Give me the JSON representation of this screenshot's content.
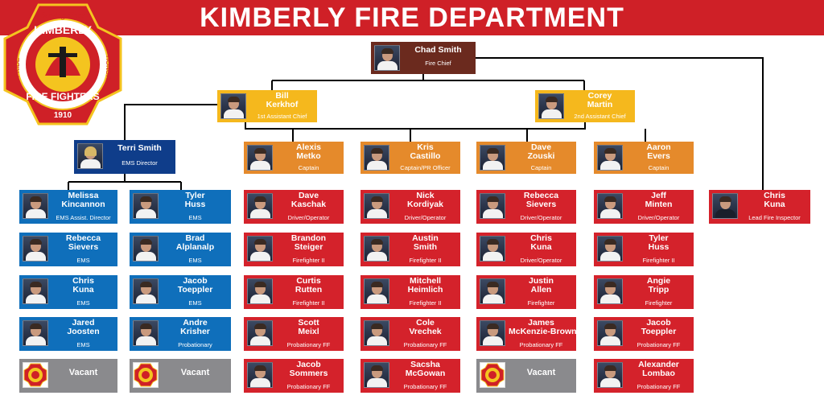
{
  "title": "KIMBERLY FIRE DEPARTMENT",
  "logo": {
    "top_text": "Serving Since",
    "name": "KIMBERLY",
    "left": "PRIDE",
    "right": "HONOR",
    "bottom": "FIRE FIGHTERS",
    "year": "1910"
  },
  "colors": {
    "banner": "#cf2027",
    "chief": "#6b2a1e",
    "assistant": "#f5b81d",
    "captain": "#e58a2b",
    "crew": "#d4222b",
    "ems": "#0f6fbb",
    "ems_director": "#0f3d8a",
    "vacant": "#8a8a8d"
  },
  "chief": {
    "name": "Chad Smith",
    "role": "Fire  Chief"
  },
  "assistants": [
    {
      "name1": "Bill",
      "name2": "Kerkhof",
      "role": "1st Assistant Chief"
    },
    {
      "name1": "Corey",
      "name2": "Martin",
      "role": "2nd Assistant Chief"
    }
  ],
  "ems_director": {
    "name": "Terri Smith",
    "role": "EMS Director"
  },
  "ems_left": [
    {
      "name1": "Melissa",
      "name2": "Kincannon",
      "role": "EMS Assist. Director"
    },
    {
      "name1": "Rebecca",
      "name2": "Sievers",
      "role": "EMS"
    },
    {
      "name1": "Chris",
      "name2": "Kuna",
      "role": "EMS"
    },
    {
      "name1": "Jared",
      "name2": "Joosten",
      "role": "EMS"
    },
    {
      "name1": "Vacant",
      "name2": "",
      "role": ""
    }
  ],
  "ems_right": [
    {
      "name1": "Tyler",
      "name2": "Huss",
      "role": "EMS"
    },
    {
      "name1": "Brad",
      "name2": "Alplanalp",
      "role": "EMS"
    },
    {
      "name1": "Jacob",
      "name2": "Toeppler",
      "role": "EMS"
    },
    {
      "name1": "Andre",
      "name2": "Krisher",
      "role": "Probationary"
    },
    {
      "name1": "Vacant",
      "name2": "",
      "role": ""
    }
  ],
  "captains": [
    {
      "name1": "Alexis",
      "name2": "Metko",
      "role": "Captain"
    },
    {
      "name1": "Kris",
      "name2": "Castillo",
      "role": "Captain/PR Officer"
    },
    {
      "name1": "Dave",
      "name2": "Zouski",
      "role": "Captain"
    },
    {
      "name1": "Aaron",
      "name2": "Evers",
      "role": "Captain"
    }
  ],
  "crews": [
    [
      {
        "name1": "Dave",
        "name2": "Kaschak",
        "role": "Driver/Operator"
      },
      {
        "name1": "Brandon",
        "name2": "Steiger",
        "role": "Firefighter II"
      },
      {
        "name1": "Curtis",
        "name2": "Rutten",
        "role": "Firefighter II"
      },
      {
        "name1": "Scott",
        "name2": "Meixl",
        "role": "Probationary FF"
      },
      {
        "name1": "Jacob",
        "name2": "Sommers",
        "role": "Probationary FF"
      }
    ],
    [
      {
        "name1": "Nick",
        "name2": "Kordiyak",
        "role": "Driver/Operator"
      },
      {
        "name1": "Austin",
        "name2": "Smith",
        "role": "Firefighter II"
      },
      {
        "name1": "Mitchell",
        "name2": "Heimlich",
        "role": "Firefighter II"
      },
      {
        "name1": "Cole",
        "name2": "Vrechek",
        "role": "Probationary FF"
      },
      {
        "name1": "Sacsha",
        "name2": "McGowan",
        "role": "Probationary FF"
      }
    ],
    [
      {
        "name1": "Rebecca",
        "name2": "Sievers",
        "role": "Driver/Operator"
      },
      {
        "name1": "Chris",
        "name2": "Kuna",
        "role": "Driver/Operator"
      },
      {
        "name1": "Justin",
        "name2": "Allen",
        "role": "Firefighter"
      },
      {
        "name1": "James",
        "name2": "McKenzie-Brown",
        "role": "Probationary FF"
      },
      {
        "name1": "Vacant",
        "name2": "",
        "role": ""
      }
    ],
    [
      {
        "name1": "Jeff",
        "name2": "Minten",
        "role": "Driver/Operator"
      },
      {
        "name1": "Tyler",
        "name2": "Huss",
        "role": "Firefighter II"
      },
      {
        "name1": "Angie",
        "name2": "Tripp",
        "role": "Firefighter"
      },
      {
        "name1": "Jacob",
        "name2": "Toeppler",
        "role": "Probationary FF"
      },
      {
        "name1": "Alexander",
        "name2": "Lombao",
        "role": "Probationary FF"
      }
    ]
  ],
  "inspector": {
    "name1": "Chris",
    "name2": "Kuna",
    "role": "Lead Fire Inspector"
  }
}
